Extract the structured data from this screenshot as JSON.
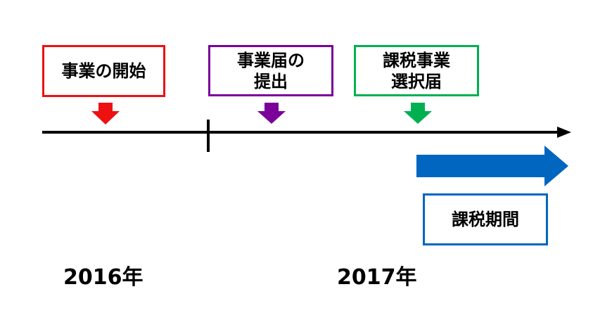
{
  "events": [
    {
      "id": "start",
      "label": "事業の開始",
      "color": "#ee1111"
    },
    {
      "id": "notice",
      "label_lines": [
        "事業届の",
        "提出"
      ],
      "color": "#7a0099"
    },
    {
      "id": "election",
      "label_lines": [
        "課税事業",
        "選択届"
      ],
      "color": "#00b050"
    }
  ],
  "period": {
    "label": "課税期間",
    "color": "#0066c0"
  },
  "years": [
    {
      "label": "2016年"
    },
    {
      "label": "2017年"
    }
  ],
  "colors": {
    "timeline": "#000000"
  }
}
